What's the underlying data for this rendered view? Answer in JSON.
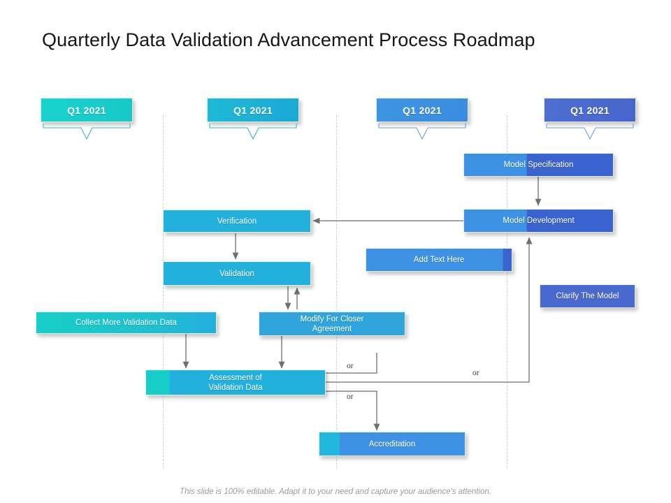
{
  "slide": {
    "title": "Quarterly Data Validation Advancement Process Roadmap",
    "footer": "This slide is 100% editable. Adapt it to your need and capture your audience's attention."
  },
  "colors": {
    "teal": "#16c9c9",
    "cyan": "#22b0dd",
    "blue": "#3f92e3",
    "indigo": "#4a69cf",
    "title": "#161616",
    "footer": "#9b9b9b",
    "connector": "#6e6e6e",
    "lane": "#cfcfcf"
  },
  "headers": [
    {
      "label": "Q1 2021"
    },
    {
      "label": "Q1 2021"
    },
    {
      "label": "Q1 2021"
    },
    {
      "label": "Q1 2021"
    }
  ],
  "nodes": [
    {
      "id": "model-specification",
      "label": "Model Specification"
    },
    {
      "id": "model-development",
      "label": "Model Development"
    },
    {
      "id": "verification",
      "label": "Verification"
    },
    {
      "id": "validation",
      "label": "Validation"
    },
    {
      "id": "add-text-here",
      "label": "Add Text Here"
    },
    {
      "id": "clarify-the-model",
      "label": "Clarify The Model"
    },
    {
      "id": "collect-more-validation-data",
      "label": "Collect More Validation Data"
    },
    {
      "id": "modify-for-closer-agreement",
      "line1": "Modify For Closer",
      "line2": "Agreement"
    },
    {
      "id": "assessment-of-validation-data",
      "line1": "Assessment of",
      "line2": "Validation Data"
    },
    {
      "id": "accreditation",
      "label": "Accreditation"
    }
  ],
  "connector_labels": {
    "or_top": "or",
    "or_bottom": "or",
    "or_right": "or"
  }
}
